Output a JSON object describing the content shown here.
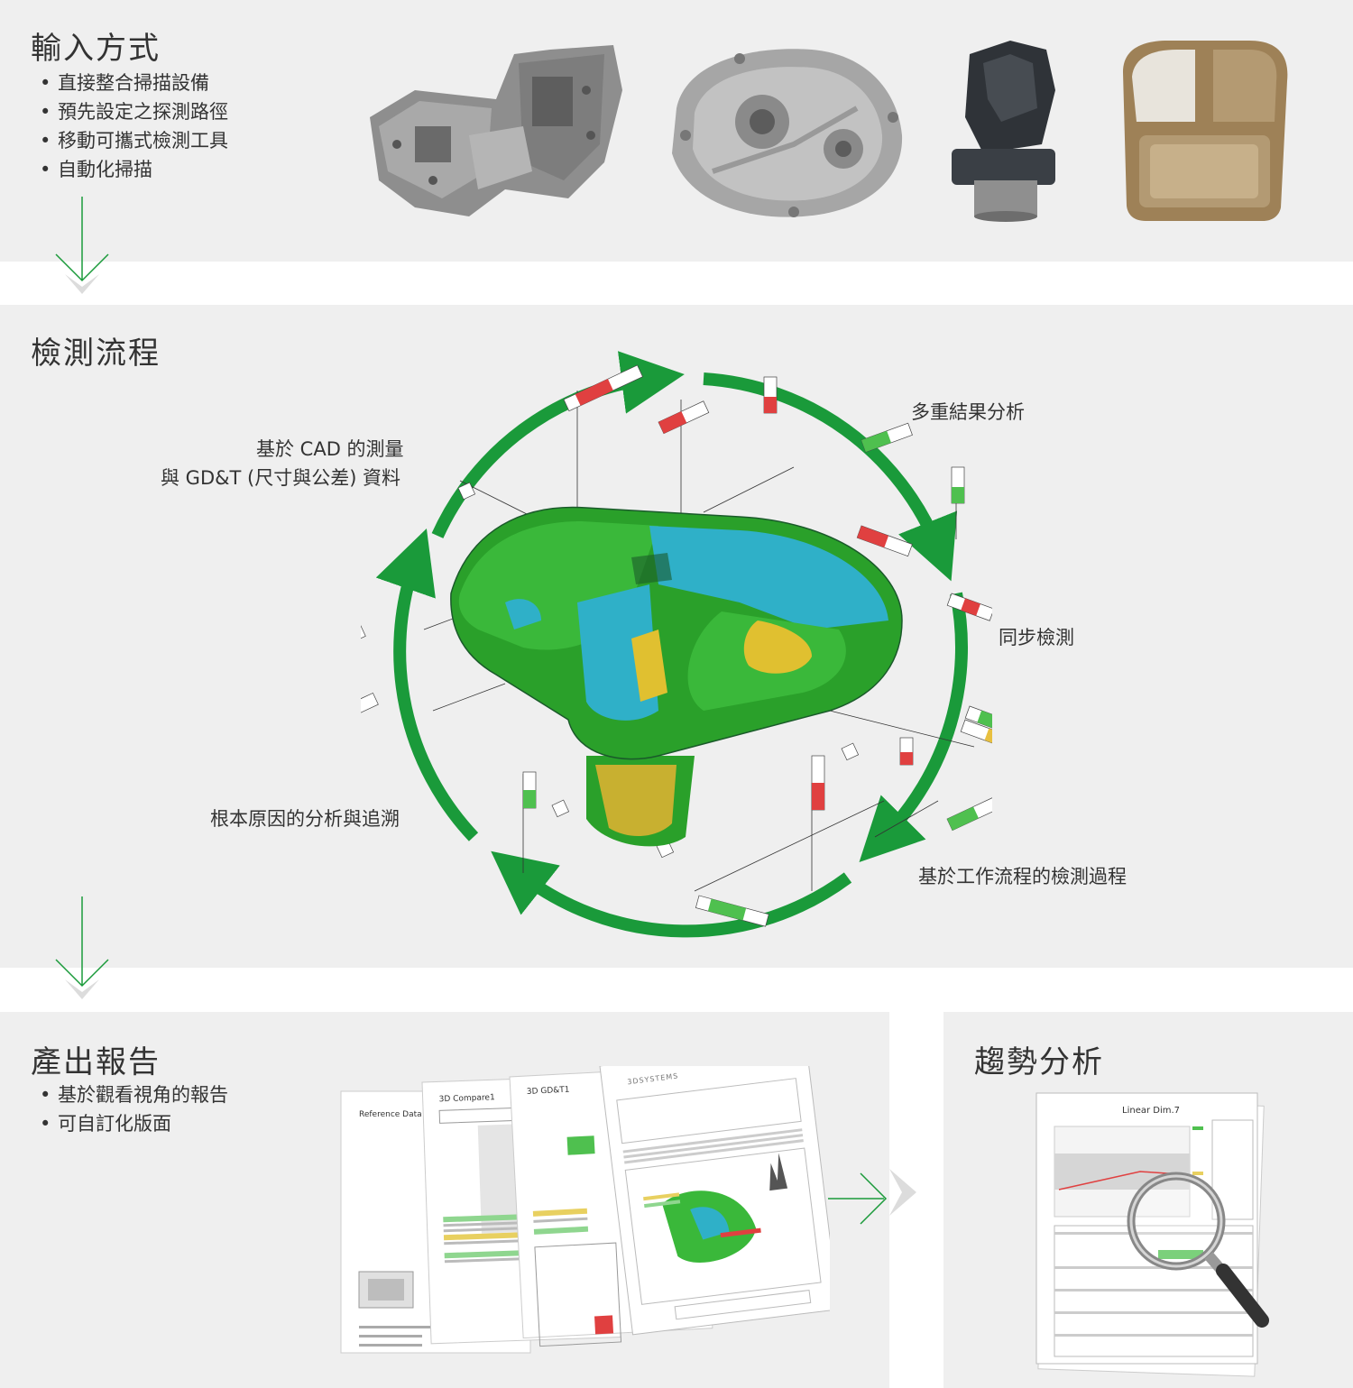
{
  "input_section": {
    "title": "輸入方式",
    "bullets": [
      "直接整合掃描設備",
      "預先設定之探測路徑",
      "移動可攜式檢測工具",
      "自動化掃描"
    ]
  },
  "flow_section": {
    "title": "檢測流程",
    "labels": {
      "cad_line1": "基於 CAD 的測量",
      "cad_line2": "與 GD&T (尺寸與公差) 資料",
      "multi": "多重結果分析",
      "sync": "同步檢測",
      "workflow": "基於工作流程的檢測過程",
      "root": "根本原因的分析與追溯"
    }
  },
  "report_section": {
    "title": "產出報告",
    "bullets": [
      "基於觀看視角的報告",
      "可自訂化版面"
    ],
    "page_titles": [
      "Reference Data",
      "3D Compare1",
      "3D GD&T1"
    ],
    "brand": "3DSYSTEMS"
  },
  "trend_section": {
    "title": "趨勢分析",
    "chart_title": "Linear Dim.7"
  },
  "colors": {
    "panel_bg": "#efefef",
    "accent_green": "#1a9a3a",
    "text": "#333333"
  }
}
